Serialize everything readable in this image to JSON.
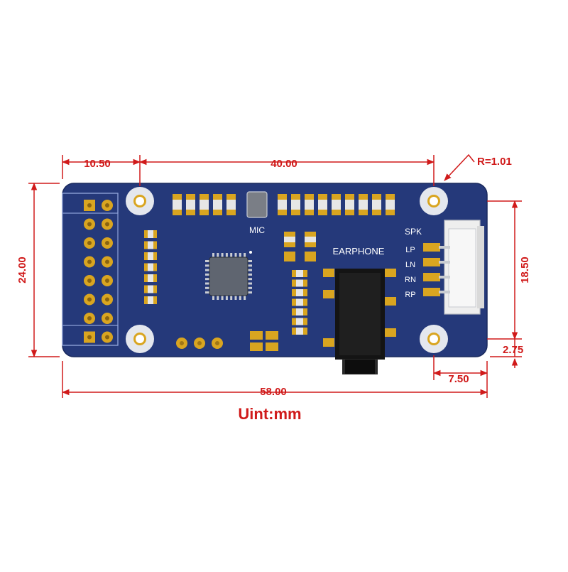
{
  "dimensions": {
    "top_left_width": "10.50",
    "top_hole_spacing": "40.00",
    "corner_radius": "R=1.01",
    "board_height": "24.00",
    "hole_vertical_spacing": "18.50",
    "hole_edge_offset": "2.75",
    "jack_offset": "7.50",
    "board_width": "58.00"
  },
  "unit_label": "Uint:mm",
  "silkscreen": {
    "mic": "MIC",
    "earphone": "EARPHONE",
    "spk": "SPK",
    "pins": [
      "LP",
      "LN",
      "RN",
      "RP"
    ]
  },
  "colors": {
    "board": "#25397a",
    "pad_gold": "#d9a520",
    "dimension_red": "#d01a1a",
    "jack_black": "#141414"
  }
}
